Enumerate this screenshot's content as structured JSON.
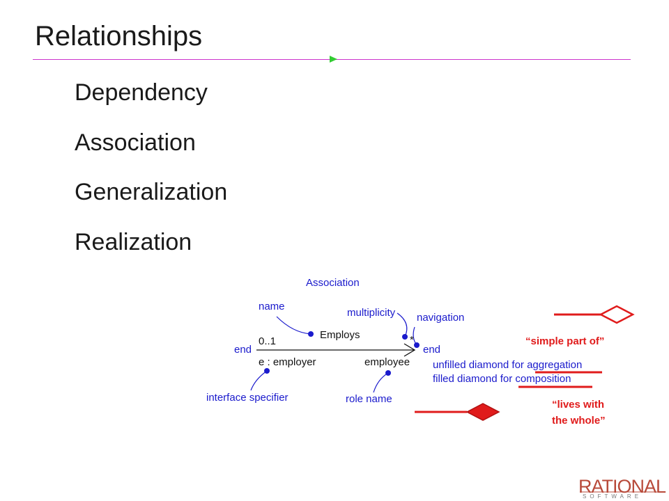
{
  "slide": {
    "title": "Relationships"
  },
  "bullets": [
    "Dependency",
    "Association",
    "Generalization",
    "Realization"
  ],
  "diagram": {
    "heading": "Association",
    "callouts": {
      "name": "name",
      "multiplicity": "multiplicity",
      "navigation": "navigation",
      "end_left": "end",
      "end_right": "end",
      "interface_specifier": "interface specifier",
      "role_name": "role name"
    },
    "association": {
      "label": "Employs",
      "left_multiplicity": "0..1",
      "right_multiplicity": "*",
      "left_role": "e : employer",
      "right_role": "employee"
    },
    "notes": {
      "aggregation": "unfilled diamond for aggregation",
      "composition": "filled diamond for composition"
    },
    "quotes": {
      "aggregation": "“simple part of”",
      "composition_line1": "“lives with",
      "composition_line2": "the whole”"
    },
    "colors": {
      "text": "#1a1acc",
      "accent": "#e01b1b",
      "rule": "#cc33cc",
      "marker": "#33cc33"
    }
  },
  "logo": {
    "main": "RATIONAL",
    "sub": "SOFTWARE"
  }
}
